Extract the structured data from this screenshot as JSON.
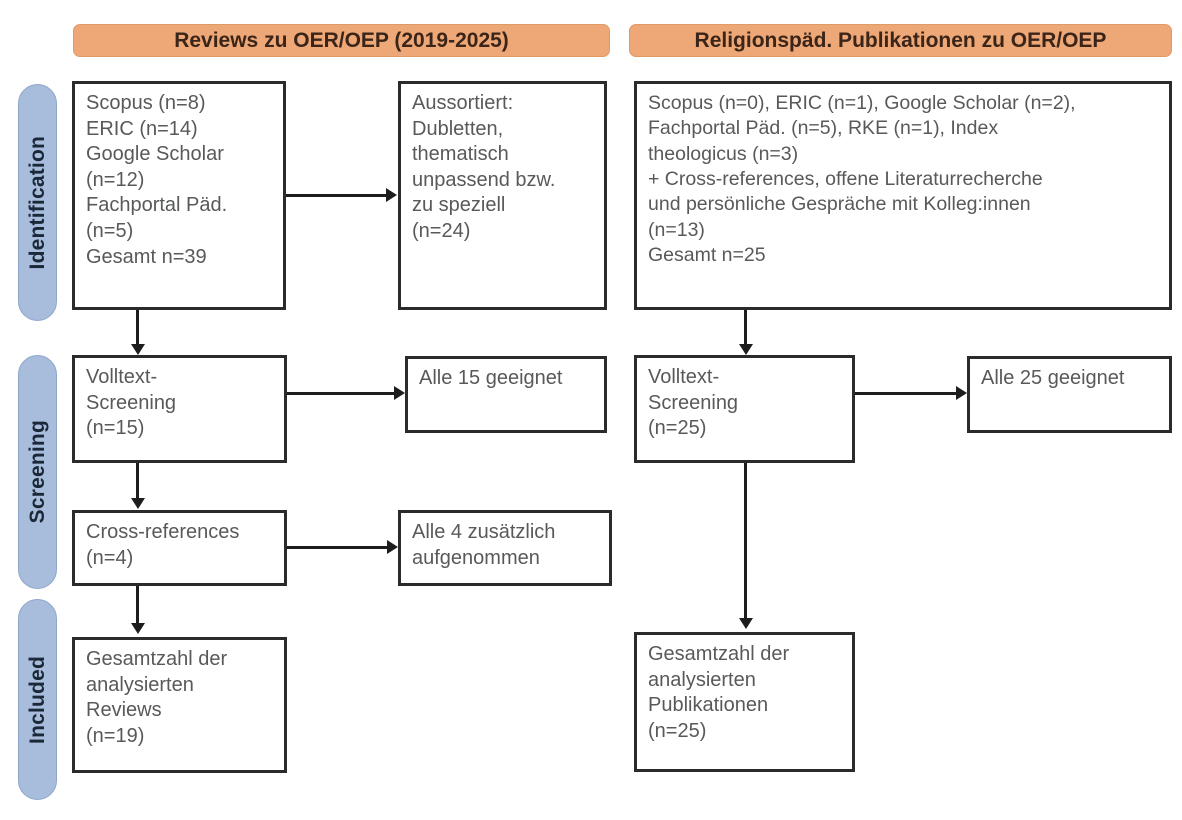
{
  "diagram": {
    "type": "prisma-flow-diagram",
    "columns": [
      {
        "id": "reviews",
        "header": "Reviews zu OER/OEP (2019-2025)"
      },
      {
        "id": "religionspaed",
        "header": "Religionspäd. Publikationen zu OER/OEP"
      }
    ],
    "stages": [
      {
        "id": "identification",
        "label": "Identification"
      },
      {
        "id": "screening",
        "label": "Screening"
      },
      {
        "id": "included",
        "label": "Included"
      }
    ],
    "colors": {
      "header_fill": "#eea877",
      "header_border": "#e09a67",
      "stage_fill": "#a8bcdc",
      "stage_border": "#8fa6cb",
      "box_border": "#2b2b2b",
      "box_text": "#58595b",
      "connector": "#1d1d1d",
      "background": "#ffffff"
    },
    "boxes": {
      "left_identification": {
        "lines": [
          "Scopus (n=8)",
          "ERIC (n=14)",
          "Google Scholar",
          "(n=12)",
          "Fachportal Päd.",
          "(n=5)",
          "Gesamt n=39"
        ]
      },
      "left_excluded": {
        "lines": [
          "Aussortiert:",
          "Dubletten,",
          "thematisch",
          "unpassend bzw.",
          "zu speziell",
          "(n=24)"
        ]
      },
      "left_screening": {
        "lines": [
          "Volltext-",
          "Screening",
          "(n=15)"
        ]
      },
      "left_screening_result": {
        "lines": [
          "Alle 15 geeignet"
        ]
      },
      "left_crossrefs": {
        "lines": [
          "Cross-references",
          "(n=4)"
        ]
      },
      "left_crossrefs_result": {
        "lines": [
          "Alle 4 zusätzlich",
          "aufgenommen"
        ]
      },
      "left_included": {
        "lines": [
          "Gesamtzahl der",
          "analysierten",
          "Reviews",
          "(n=19)"
        ]
      },
      "right_identification": {
        "lines": [
          "Scopus (n=0), ERIC (n=1), Google Scholar (n=2),",
          "Fachportal Päd. (n=5), RKE (n=1), Index",
          "theologicus (n=3)",
          "+ Cross-references, offene Literaturrecherche",
          "und persönliche Gespräche mit Kolleg:innen",
          "(n=13)",
          "Gesamt n=25"
        ]
      },
      "right_screening": {
        "lines": [
          "Volltext-",
          "Screening",
          "(n=25)"
        ]
      },
      "right_screening_result": {
        "lines": [
          "Alle 25 geeignet"
        ]
      },
      "right_included": {
        "lines": [
          "Gesamtzahl der",
          "analysierten",
          "Publikationen",
          "(n=25)"
        ]
      }
    }
  }
}
